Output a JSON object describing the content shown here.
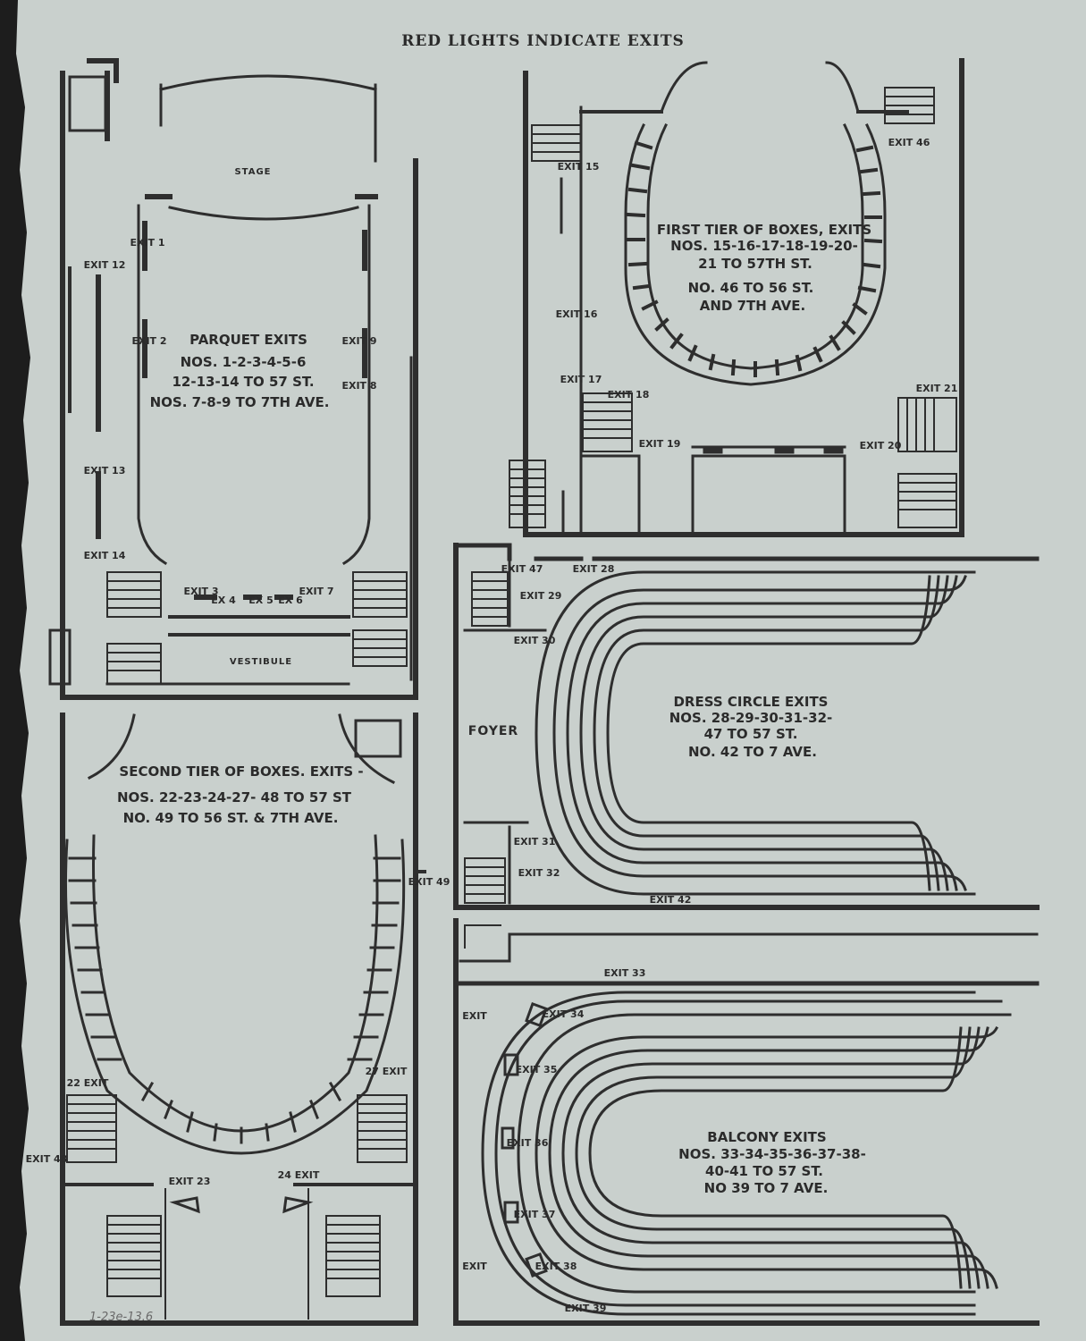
{
  "heading": "RED LIGHTS INDICATE EXITS",
  "ink_color": "#2e2e2e",
  "paper_color": "#c9d0cd",
  "parquet": {
    "room_stage": "STAGE",
    "room_vestibule": "VESTIBULE",
    "title": [
      "PARQUET EXITS",
      "NOS. 1-2-3-4-5-6",
      "12-13-14 TO 57 ST.",
      "NOS. 7-8-9 TO 7TH AVE."
    ],
    "exits": [
      "EXIT 1",
      "EXIT 2",
      "EXIT 3",
      "EX 4",
      "EX 5",
      "EX 6",
      "EXIT 7",
      "EXIT 8",
      "EXIT 9",
      "EXIT 12",
      "EXIT 13",
      "EXIT 14"
    ]
  },
  "first_tier": {
    "title": [
      "FIRST TIER OF BOXES, EXITS",
      "NOS. 15-16-17-18-19-20-",
      "21 TO 57TH ST.",
      "NO. 46 TO 56 ST.",
      "AND 7TH AVE."
    ],
    "exits": [
      "EXIT 15",
      "EXIT 16",
      "EXIT 17",
      "EXIT 18",
      "EXIT 19",
      "EXIT 20",
      "EXIT 21",
      "EXIT 46"
    ]
  },
  "second_tier": {
    "title": [
      "SECOND TIER OF BOXES. EXITS -",
      "NOS. 22-23-24-27- 48 TO 57 ST",
      "NO. 49 TO 56 ST. & 7TH AVE."
    ],
    "exits": [
      "22 EXIT",
      "EXIT 23",
      "24 EXIT",
      "27 EXIT",
      "EXIT 48",
      "EXIT 49"
    ]
  },
  "dress_circle": {
    "room_foyer": "FOYER",
    "title": [
      "DRESS CIRCLE EXITS",
      "NOS. 28-29-30-31-32-",
      "47 TO 57 ST.",
      "NO. 42 TO 7 AVE."
    ],
    "exits": [
      "EXIT 47",
      "EXIT 28",
      "EXIT 29",
      "EXIT 30",
      "EXIT 31",
      "EXIT 32",
      "EXIT 42"
    ]
  },
  "balcony": {
    "title": [
      "BALCONY EXITS",
      "NOS. 33-34-35-36-37-38-",
      "40-41 TO 57 ST.",
      "NO 39 TO 7 AVE."
    ],
    "exits": [
      "EXIT 33",
      "EXIT 34",
      "EXIT 35",
      "EXIT 36",
      "EXIT 37",
      "EXIT 38",
      "EXIT 39",
      "EXIT",
      "EXIT"
    ]
  },
  "pencil_note": "1-23e-13.6"
}
